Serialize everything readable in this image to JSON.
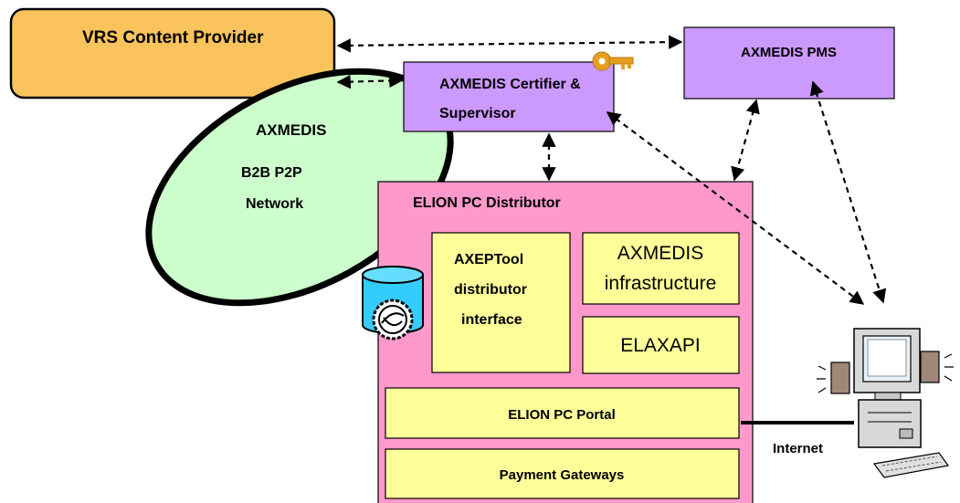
{
  "nodes": {
    "vrs_provider": "VRS Content Provider",
    "network_title": "AXMEDIS",
    "network_line2": "B2B P2P",
    "network_line3": "Network",
    "certifier_line1": "AXMEDIS Certifier  &",
    "certifier_line2": "Supervisor",
    "pms": "AXMEDIS PMS",
    "distributor": "ELION PC Distributor",
    "axeptool_line1": "AXEPTool",
    "axeptool_line2": "distributor",
    "axeptool_line3": "interface",
    "infra_line1": "AXMEDIS",
    "infra_line2": "infrastructure",
    "elaxapi": "ELAXAPI",
    "portal": "ELION PC Portal",
    "payment": "Payment Gateways",
    "internet": "Internet"
  },
  "icons": {
    "database": "database-gear-icon",
    "key": "key-icon",
    "computer": "desktop-computer-icon"
  },
  "colors": {
    "provider_fill": "#FAC35C",
    "network_fill": "#CCFFCC",
    "certifier_fill": "#CC99FF",
    "distributor_fill": "#FF99CC",
    "module_fill": "#FFFF99",
    "database_fill": "#33CCFF",
    "key_fill": "#E6A020"
  }
}
